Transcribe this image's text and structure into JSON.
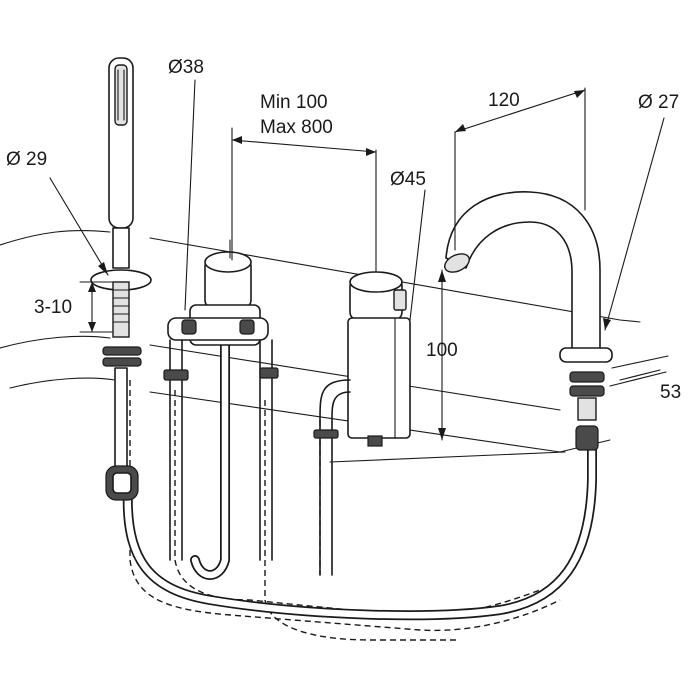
{
  "drawing": {
    "labels": {
      "d38": "Ø38",
      "min": "Min 100",
      "max": "Max 800",
      "d29": "Ø 29",
      "d45": "Ø45",
      "len120": "120",
      "d27": "Ø 27",
      "range": "3-10",
      "height100": "100",
      "len53": "53"
    }
  }
}
